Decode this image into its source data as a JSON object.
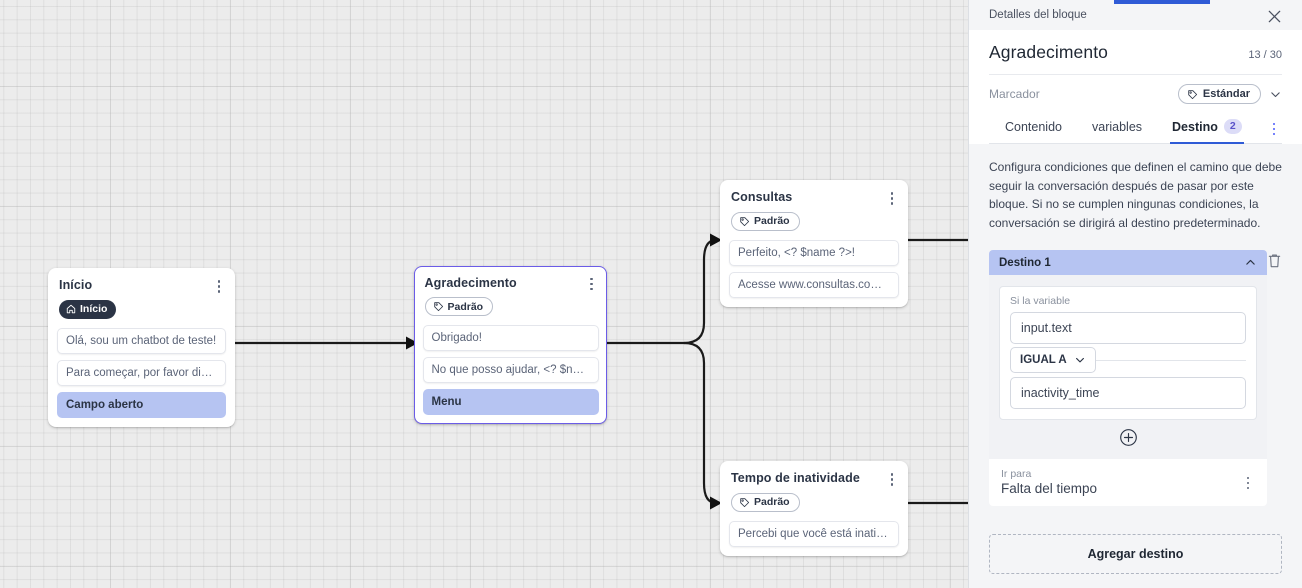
{
  "canvas": {
    "nodes": [
      {
        "id": "inicio",
        "title": "Início",
        "chip": {
          "label": "Início",
          "style": "dark",
          "icon": "home-icon"
        },
        "messages": [
          "Olá, sou um chatbot de teste!",
          "Para começar, por favor digite o ...",
          "Campo aberto"
        ],
        "highlight_last": true,
        "selected": false
      },
      {
        "id": "agradecimento",
        "title": "Agradecimento",
        "chip": {
          "label": "Padrão",
          "style": "outline",
          "icon": "tag-icon"
        },
        "messages": [
          "Obrigado!",
          "No que posso ajudar, <? $name ...",
          "Menu"
        ],
        "highlight_last": true,
        "selected": true
      },
      {
        "id": "consultas",
        "title": "Consultas",
        "chip": {
          "label": "Padrão",
          "style": "outline",
          "icon": "tag-icon"
        },
        "messages": [
          "Perfeito, <? $name ?>!",
          "Acesse www.consultas.com par..."
        ],
        "highlight_last": false,
        "selected": false
      },
      {
        "id": "tempo",
        "title": "Tempo de inatividade",
        "chip": {
          "label": "Padrão",
          "style": "outline",
          "icon": "tag-icon"
        },
        "messages": [
          "Percebi que você está inativo. C..."
        ],
        "highlight_last": false,
        "selected": false
      }
    ]
  },
  "panel": {
    "header_title": "Detalles del bloque",
    "close_icon": "close-icon",
    "block_title": "Agradecimento",
    "counter": "13 / 30",
    "marker": {
      "label": "Marcador",
      "chip_label": "Estándar",
      "chip_icon": "tag-icon",
      "chevron_icon": "chevron-down-icon"
    },
    "tabs": [
      {
        "label": "Contenido",
        "badge": "",
        "active": false
      },
      {
        "label": "variables",
        "badge": "",
        "active": false
      },
      {
        "label": "Destino",
        "badge": "2",
        "active": true
      }
    ],
    "tabs_more_icon": "more-vertical-icon",
    "description": "Configura condiciones que definen el camino que debe seguir la conversación después de pasar por este bloque. Si no se cumplen ningunas condiciones, la conversación se dirigirá al destino predeterminado.",
    "destination": {
      "head_title": "Destino 1",
      "collapse_icon": "chevron-up-icon",
      "delete_icon": "trash-icon",
      "condition_label": "Si la variable",
      "variable_value": "input.text",
      "operator": "IGUAL A",
      "operator_icon": "chevron-down-icon",
      "compare_value": "inactivity_time",
      "add_condition_icon": "plus-circle-icon",
      "goto_label": "Ir para",
      "goto_value": "Falta del tiempo",
      "goto_menu_icon": "more-vertical-icon"
    },
    "add_destination_label": "Agregar destino"
  },
  "colors": {
    "accent_blue": "#2f5bd6",
    "node_selected": "#6b5ce7",
    "highlight": "#b6c4f2",
    "badge_bg": "#dcdcf7",
    "badge_text": "#5a52c9",
    "canvas_bg": "#ececec",
    "panel_bg": "#f4f5f7"
  }
}
